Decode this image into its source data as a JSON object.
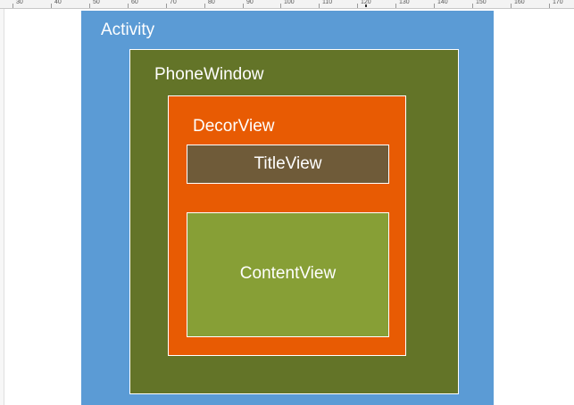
{
  "ruler": {
    "ticks": [
      "30",
      "40",
      "50",
      "60",
      "70",
      "80",
      "90",
      "100",
      "110",
      "120",
      "130",
      "140",
      "150",
      "160",
      "170"
    ]
  },
  "diagram": {
    "activity": "Activity",
    "phone_window": "PhoneWindow",
    "decor_view": "DecorView",
    "title_view": "TitleView",
    "content_view": "ContentView"
  },
  "colors": {
    "activity": "#5b9bd5",
    "phone_window": "#637428",
    "decor_view": "#e85b03",
    "title_view": "#6f5b39",
    "content_view": "#879f36"
  }
}
